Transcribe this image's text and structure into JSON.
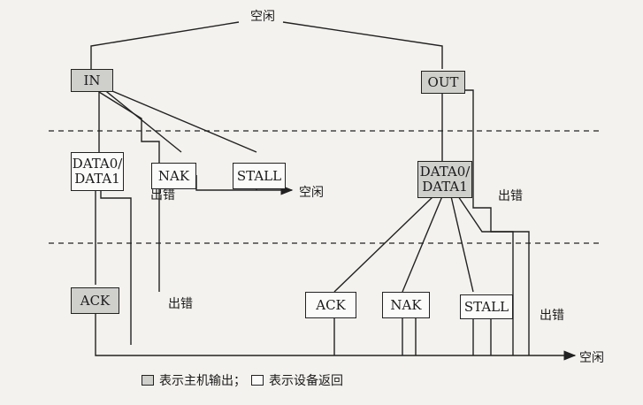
{
  "labels": {
    "idle_top": "空闲",
    "idle_mid": "空闲",
    "idle_bottom": "空闲",
    "error_in": "出错",
    "error_ack_in": "出错",
    "error_out": "出错",
    "error_out_bottom": "出错"
  },
  "boxes": {
    "in": "IN",
    "out": "OUT",
    "data_in": "DATA0/\nDATA1",
    "nak_in": "NAK",
    "stall_in": "STALL",
    "data_out": "DATA0/\nDATA1",
    "ack_in": "ACK",
    "ack_out": "ACK",
    "nak_out": "NAK",
    "stall_out": "STALL"
  },
  "legend": {
    "host_label": "表示主机输出；",
    "device_label": "表示设备返回"
  },
  "colors": {
    "host_fill": "#cfcfcc",
    "device_fill": "#fbfbfa",
    "line": "#222222"
  }
}
